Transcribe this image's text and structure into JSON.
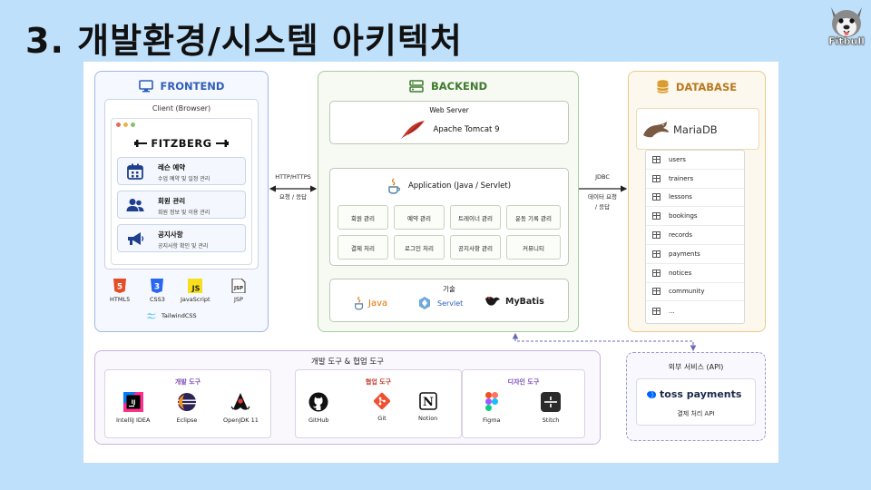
{
  "slide": {
    "title": "3. 개발환경/시스템 아키텍처",
    "logo_text": "Fitbull"
  },
  "frontend": {
    "title": "FRONTEND",
    "client_title": "Client (Browser)",
    "brand": "FITZBERG",
    "features": [
      {
        "title": "레슨 예약",
        "desc": "수업 예약 및 일정 관리"
      },
      {
        "title": "회원 관리",
        "desc": "회원 정보 및 이용 관리"
      },
      {
        "title": "공지사항",
        "desc": "공지사항 확인 및 관리"
      }
    ],
    "tech": [
      "HTML5",
      "CSS3",
      "JavaScript",
      "JSP"
    ],
    "tech_extra": "TailwindCSS"
  },
  "backend": {
    "title": "BACKEND",
    "web_server_title": "Web Server",
    "web_server_name": "Apache Tomcat 9",
    "app_title": "Application (Java / Servlet)",
    "modules": [
      "회원 관리",
      "예약 관리",
      "트레이너 관리",
      "운동 기록 관리",
      "결제 처리",
      "로그인 처리",
      "공지사항 관리",
      "커뮤니티"
    ],
    "tech_title": "기술",
    "tech": [
      "Java",
      "Servlet",
      "MyBatis"
    ]
  },
  "database": {
    "title": "DATABASE",
    "engine": "MariaDB",
    "tables": [
      "users",
      "trainers",
      "lessons",
      "bookings",
      "records",
      "payments",
      "notices",
      "community",
      "..."
    ]
  },
  "connections": {
    "left": {
      "protocol": "HTTP/HTTPS",
      "desc": "요청 / 응답"
    },
    "right": {
      "protocol": "JDBC",
      "desc1": "데이터 요청",
      "desc2": "/ 응답"
    }
  },
  "tools": {
    "title": "개발 도구 & 협업 도구",
    "groups": [
      {
        "title": "개발 도구",
        "items": [
          "IntelliJ IDEA",
          "Eclipse",
          "OpenJDK 11"
        ]
      },
      {
        "title": "협업 도구",
        "items": [
          "GitHub",
          "Git",
          "Notion"
        ]
      },
      {
        "title": "디자인 도구",
        "items": [
          "Figma",
          "Stitch"
        ]
      }
    ]
  },
  "external": {
    "title": "외부 서비스 (API)",
    "service": "toss payments",
    "desc": "결제 처리 API"
  }
}
